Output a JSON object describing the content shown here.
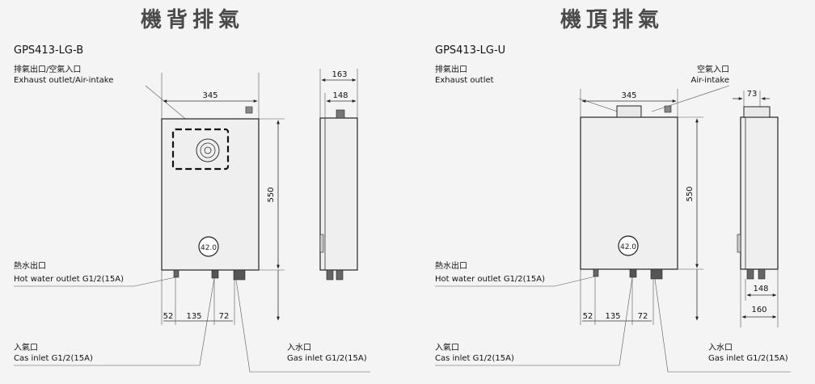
{
  "left": {
    "title": "機背排氣",
    "model": "GPS413-LG-B",
    "exhaust_label_zh": "排氣出口/空氣入口",
    "exhaust_label_en": "Exhaust outlet/Air-intake",
    "hot_water_zh": "熱水出口",
    "hot_water_en": "Hot water outlet G1/2(15A)",
    "gas_in_zh": "入氣口",
    "gas_in_en": "Cas inlet G1/2(15A)",
    "water_in_zh": "入水口",
    "water_in_en": "Gas inlet G1/2(15A)",
    "dims": {
      "width": "345",
      "height": "550",
      "side_outer": "163",
      "side_inner": "148",
      "b1": "52",
      "b2": "135",
      "b3": "72"
    },
    "badge": "42.0"
  },
  "right": {
    "title": "機頂排氣",
    "model": "GPS413-LG-U",
    "exhaust_label_zh": "排氣出口",
    "exhaust_label_en": "Exhaust outlet",
    "air_label_zh": "空氣入口",
    "air_label_en": "Air-intake",
    "hot_water_zh": "熱水出口",
    "hot_water_en": "Hot water outlet G1/2(15A)",
    "gas_in_zh": "入氣口",
    "gas_in_en": "Cas inlet G1/2(15A)",
    "water_in_zh": "入水口",
    "water_in_en": "Gas inlet G1/2(15A)",
    "dims": {
      "width": "345",
      "height": "550",
      "top_depth": "73",
      "side_inner": "148",
      "side_outer": "160",
      "b1": "52",
      "b2": "135",
      "b3": "72"
    },
    "badge": "42.0"
  }
}
